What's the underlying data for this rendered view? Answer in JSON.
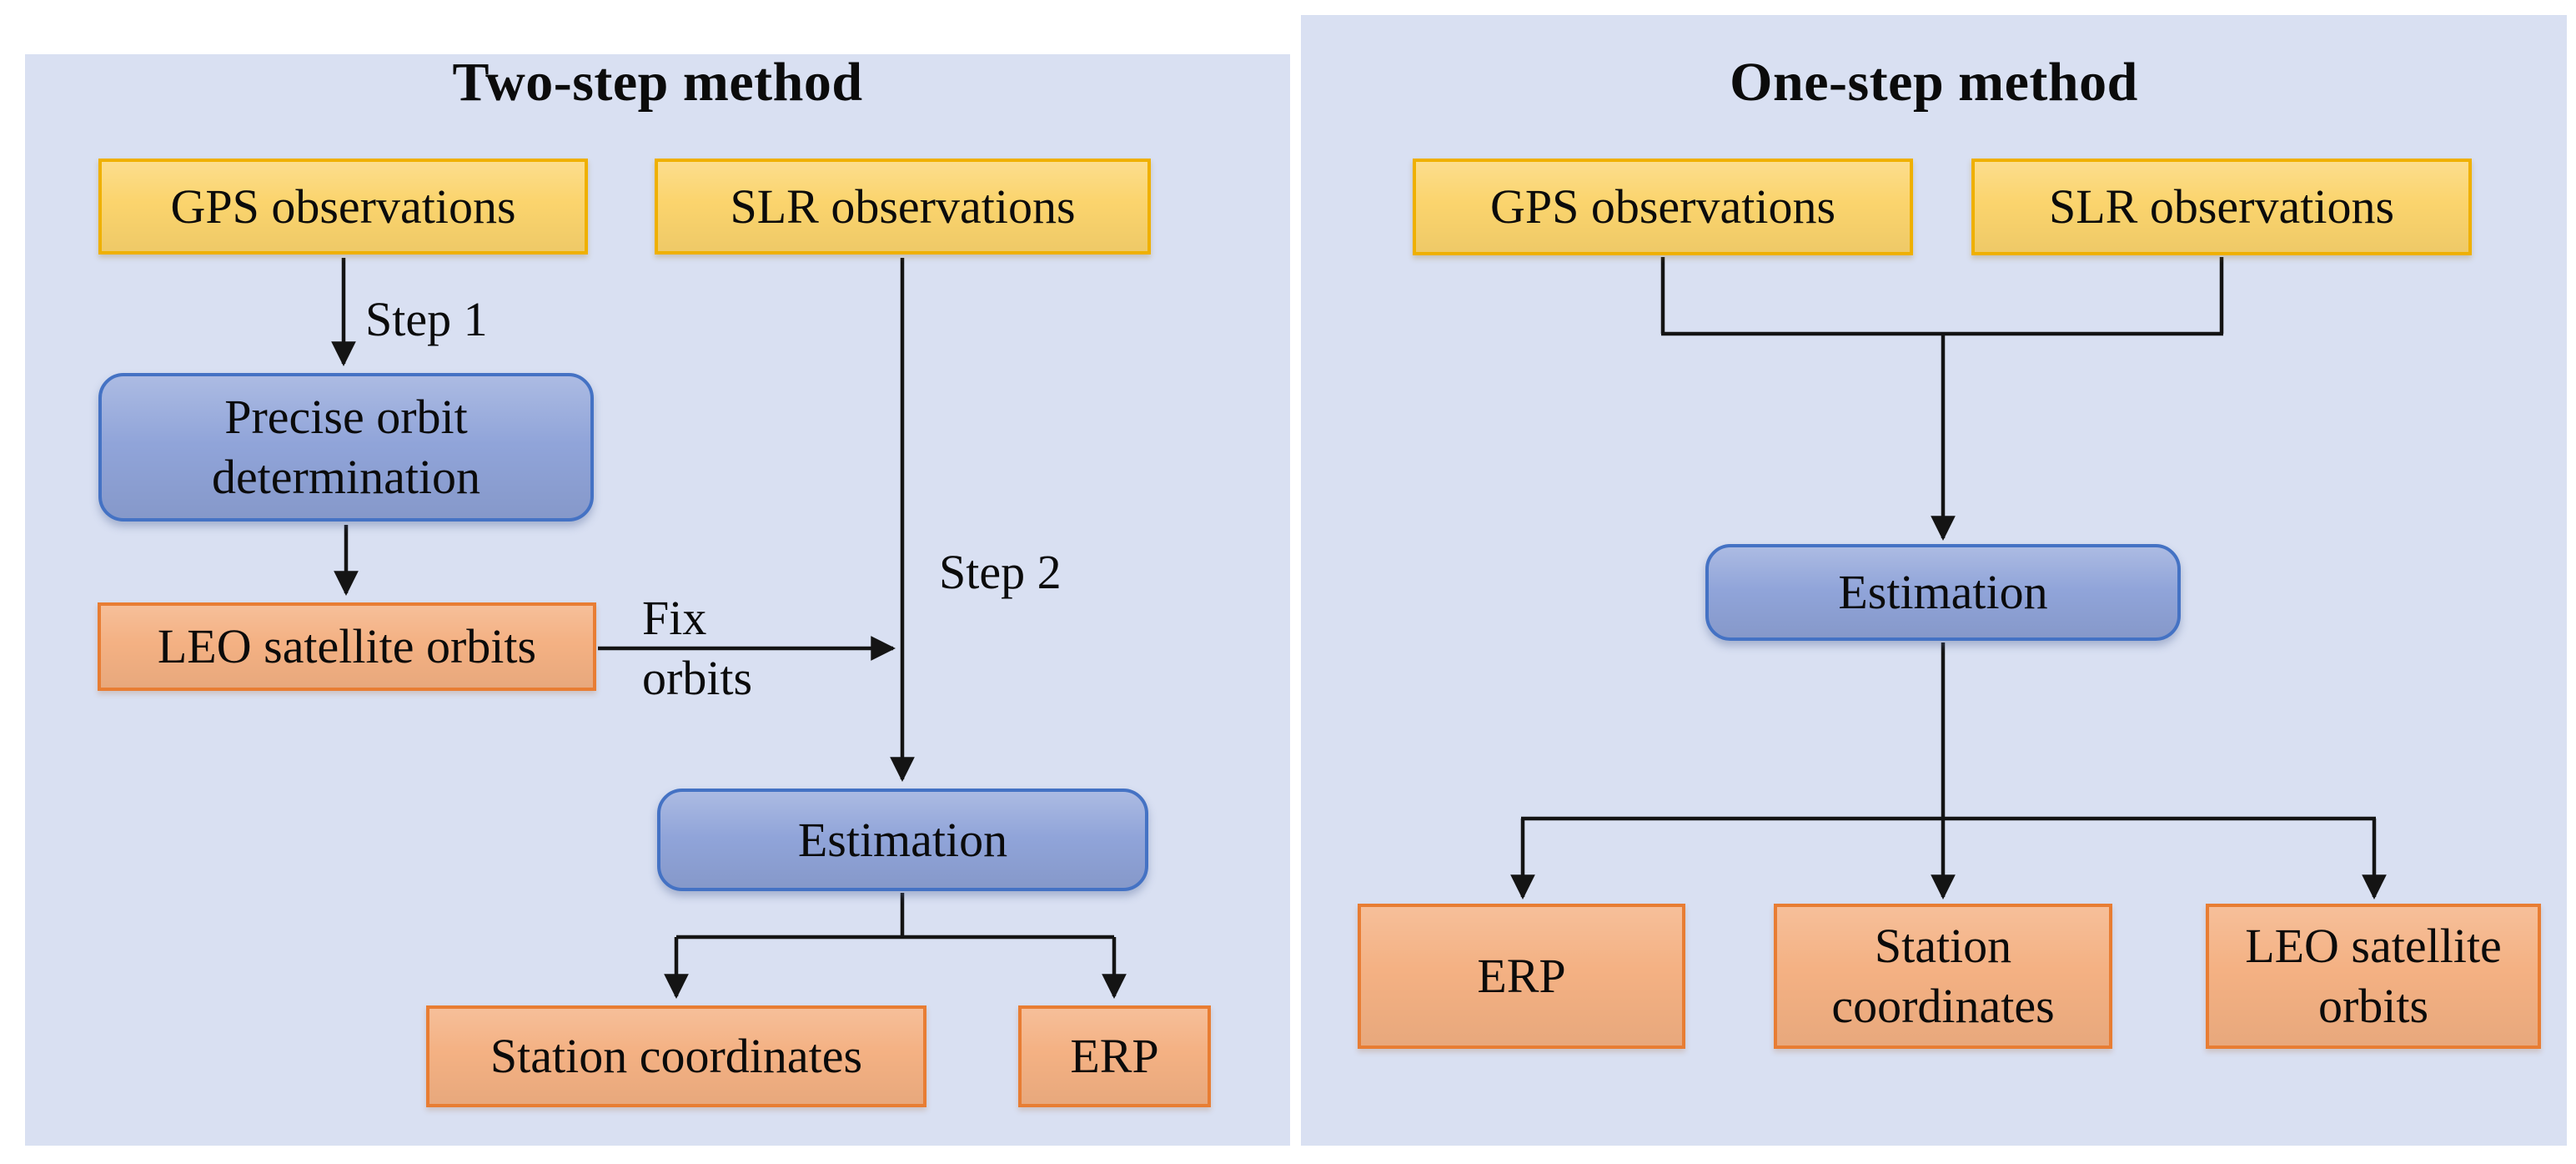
{
  "colors": {
    "page_bg": "#ffffff",
    "panel_bg": "#d9e0f2",
    "input_fill": "#fbd46d",
    "input_border": "#efb000",
    "process_fill": "#90a4d9",
    "process_border": "#4472c4",
    "output_fill": "#f4b183",
    "output_border": "#e87d33",
    "arrow": "#141414",
    "text": "#0b0b0b"
  },
  "panels": [
    {
      "title": "Two-step method",
      "nodes": {
        "gps": "GPS observations",
        "slr": "SLR observations",
        "pod": "Precise orbit determination",
        "leo": "LEO satellite orbits",
        "estimation": "Estimation",
        "station": "Station coordinates",
        "erp": "ERP"
      },
      "edge_labels": {
        "step1": "Step 1",
        "step2": "Step 2",
        "fix_orbits": "Fix\norbits"
      }
    },
    {
      "title": "One-step method",
      "nodes": {
        "gps": "GPS observations",
        "slr": "SLR observations",
        "estimation": "Estimation",
        "erp": "ERP",
        "station": "Station\ncoordinates",
        "leo": "LEO satellite\norbits"
      }
    }
  ]
}
